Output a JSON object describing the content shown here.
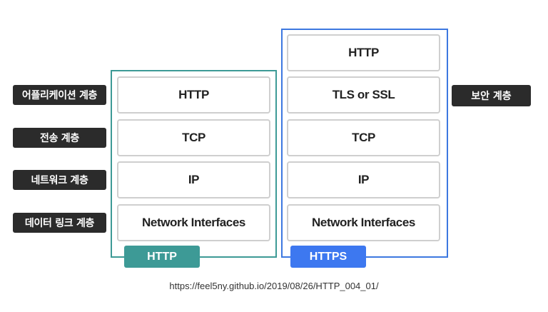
{
  "layers": {
    "application": "어플리케이션 계층",
    "transport": "전송 계층",
    "network": "네트워크 계층",
    "datalink": "데이터 링크 계층",
    "security": "보안 계층"
  },
  "http_stack": {
    "tag": "HTTP",
    "rows": [
      "HTTP",
      "TCP",
      "IP",
      "Network Interfaces"
    ],
    "color": "#3d9a96"
  },
  "https_stack": {
    "tag": "HTTPS",
    "rows": [
      "HTTP",
      "TLS or SSL",
      "TCP",
      "IP",
      "Network Interfaces"
    ],
    "color": "#3d78f0"
  },
  "source": "https://feel5ny.github.io/2019/08/26/HTTP_004_01/"
}
